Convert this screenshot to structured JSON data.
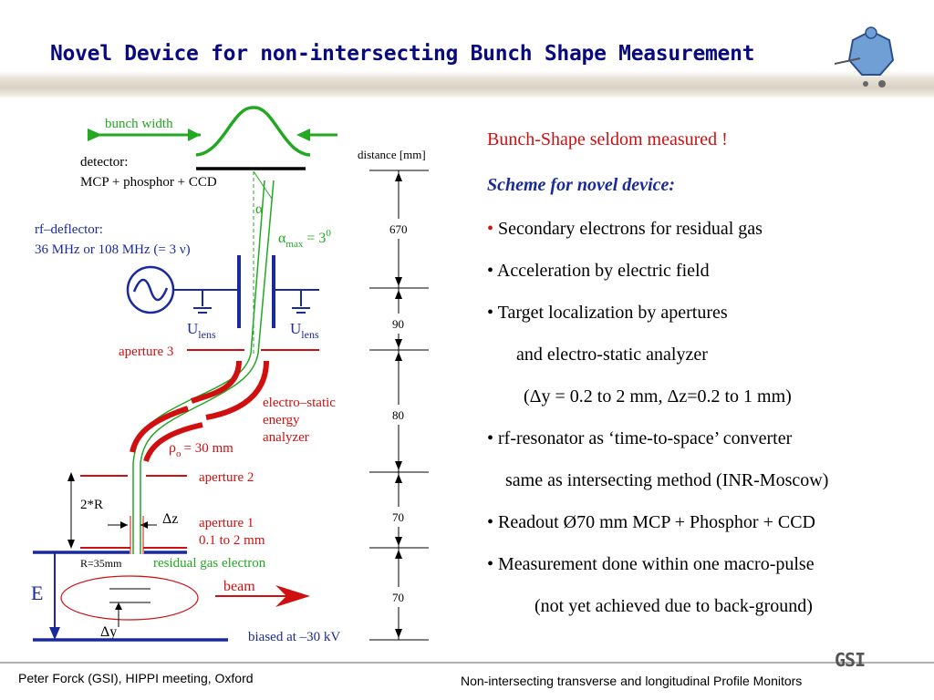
{
  "title": "Novel Device for non-intersecting Bunch Shape Measurement",
  "colors": {
    "title": "#0a0a80",
    "red": "#d01010",
    "blue": "#1a2a9a",
    "green": "#22a822"
  },
  "diagram": {
    "bunch_width": "bunch width",
    "detector_1": "detector:",
    "detector_2": "MCP + phosphor + CCD",
    "rf_deflector_1": "rf–deflector:",
    "rf_deflector_2": "36 MHz or 108 MHz (= 3 ν)",
    "alpha": "α",
    "alpha_max_a": "α",
    "alpha_max_sub": "max",
    "alpha_max_b": " = 3",
    "alpha_max_sup": "0",
    "u_lens": "U",
    "lens_sub": "lens",
    "aperture3": "aperture 3",
    "esa_1": "electro–static",
    "esa_2": "energy",
    "esa_3": "analyzer",
    "rho": "ρ",
    "rho_sub": "o",
    "rho_val": "= 30 mm",
    "aperture2": "aperture 2",
    "two_r": "2*R",
    "delta_z": "Δz",
    "aperture1_1": "aperture 1",
    "aperture1_2": "0.1 to 2 mm",
    "r_35": "R=35mm",
    "residual": "residual gas electron",
    "e_label": "E",
    "beam": "beam",
    "delta_y": "Δy",
    "biased": "biased at –30 kV",
    "distance_label": "distance [mm]",
    "distances": [
      "670",
      "90",
      "80",
      "70",
      "70"
    ]
  },
  "text": {
    "line1": "Bunch-Shape seldom measured !",
    "line2": "Scheme for novel device:",
    "bullets": [
      "Secondary electrons for residual gas",
      "Acceleration by electric field",
      "Target localization by apertures",
      "and electro-static analyzer",
      "(Δy = 0.2 to 2 mm, Δz=0.2 to 1 mm)",
      "rf-resonator as ‘time-to-space’ converter",
      "same as intersecting method (INR-Moscow)",
      "Readout Ø70 mm MCP + Phosphor + CCD",
      "Measurement done within one macro-pulse",
      "(not yet achieved due to back-ground)"
    ],
    "bullet_char": "•"
  },
  "footer": {
    "left": "Peter Forck (GSI), HIPPI meeting, Oxford",
    "right": "Non-intersecting transverse and longitudinal  Profile Monitors",
    "logo": "GSI"
  }
}
